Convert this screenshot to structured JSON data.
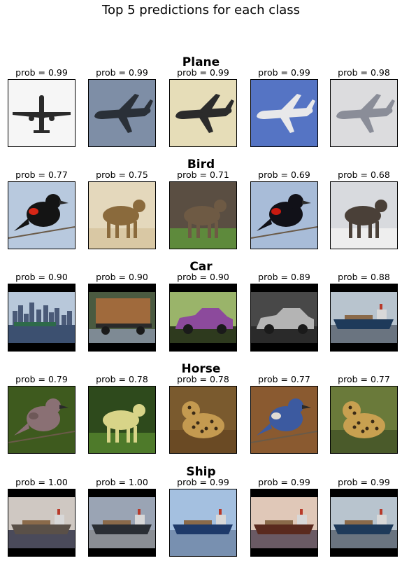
{
  "chart_data": {
    "type": "image_grid",
    "title": "Top 5 predictions for each class",
    "label_prefix": "prob = ",
    "rows": [
      {
        "label": "Plane",
        "probs": [
          0.99,
          0.99,
          0.99,
          0.99,
          0.98
        ],
        "thumbs": [
          {
            "kind": "plane",
            "bg": "#f6f6f6",
            "fg": "#2a2a2a",
            "view": "front"
          },
          {
            "kind": "plane",
            "bg": "#7e8ea6",
            "fg": "#2a3038",
            "view": "side"
          },
          {
            "kind": "plane",
            "bg": "#e6ddb8",
            "fg": "#2b2b2b",
            "view": "side"
          },
          {
            "kind": "plane",
            "bg": "#5574c4",
            "fg": "#e8e8ea",
            "view": "side"
          },
          {
            "kind": "plane",
            "bg": "#dcdcde",
            "fg": "#8a8d98",
            "view": "side"
          }
        ]
      },
      {
        "label": "Bird",
        "probs": [
          0.77,
          0.75,
          0.71,
          0.69,
          0.68
        ],
        "thumbs": [
          {
            "kind": "bird",
            "bg": "#b8c9de",
            "fg": "#141414",
            "accent": "#d62616"
          },
          {
            "kind": "animal",
            "bg": "#e4d8bc",
            "fg": "#8a6a3c",
            "ground": "#d9c8a4"
          },
          {
            "kind": "animal",
            "bg": "#5a4e42",
            "fg": "#6e5a44",
            "ground": "#5e8a3c"
          },
          {
            "kind": "bird",
            "bg": "#a8bcd8",
            "fg": "#111118",
            "accent": "#c81a10"
          },
          {
            "kind": "animal",
            "bg": "#d8dade",
            "fg": "#4a4038",
            "ground": "#eeeeee"
          }
        ]
      },
      {
        "label": "Car",
        "probs": [
          0.9,
          0.9,
          0.9,
          0.89,
          0.88
        ],
        "thumbs": [
          {
            "kind": "harbor",
            "bg": "#b8c8da",
            "fg": "#4a5a78",
            "water": "#3c5070",
            "bars": true
          },
          {
            "kind": "truck",
            "bg": "#4a5a40",
            "fg": "#a06a3c",
            "ground": "#7e8a94",
            "bars": true
          },
          {
            "kind": "car",
            "bg": "#9ab46a",
            "fg": "#8c4a9c",
            "ground": "#2e3a1e",
            "bars": true
          },
          {
            "kind": "car",
            "bg": "#484848",
            "fg": "#b4b4b4",
            "ground": "#2a2a2a",
            "bars": true
          },
          {
            "kind": "ship",
            "bg": "#b8c4ce",
            "fg": "#1e3a5a",
            "water": "#6a7480",
            "bars": true
          }
        ]
      },
      {
        "label": "Horse",
        "probs": [
          0.79,
          0.78,
          0.78,
          0.77,
          0.77
        ],
        "thumbs": [
          {
            "kind": "bird",
            "bg": "#3e5a1e",
            "fg": "#8a7074",
            "accent": "#6e5858"
          },
          {
            "kind": "animal",
            "bg": "#2e4a1c",
            "fg": "#d8d488",
            "ground": "#4e7a2a"
          },
          {
            "kind": "cat",
            "bg": "#7a5a2e",
            "fg": "#c49a50",
            "ground": "#6a4a24"
          },
          {
            "kind": "bird",
            "bg": "#8a5a30",
            "fg": "#3c5aa0",
            "accent": "#e0dcd4"
          },
          {
            "kind": "cat",
            "bg": "#6a7a3a",
            "fg": "#c8a050",
            "ground": "#4a5a2a"
          }
        ]
      },
      {
        "label": "Ship",
        "probs": [
          1.0,
          1.0,
          0.99,
          0.99,
          0.99
        ],
        "thumbs": [
          {
            "kind": "ship",
            "bg": "#cfc8c2",
            "fg": "#5a5048",
            "water": "#4a4a5a",
            "bars": true
          },
          {
            "kind": "ship",
            "bg": "#9aa4b4",
            "fg": "#2a2e34",
            "water": "#8a8e94",
            "bars": true
          },
          {
            "kind": "ship",
            "bg": "#a4c0e0",
            "fg": "#1e3a6a",
            "water": "#7890b0",
            "bars": false
          },
          {
            "kind": "ship",
            "bg": "#e0c8b8",
            "fg": "#5a2a1e",
            "water": "#6a5a64",
            "bars": true
          },
          {
            "kind": "ship",
            "bg": "#b8c4ce",
            "fg": "#1e3a5a",
            "water": "#6a7480",
            "bars": true
          }
        ]
      }
    ]
  }
}
